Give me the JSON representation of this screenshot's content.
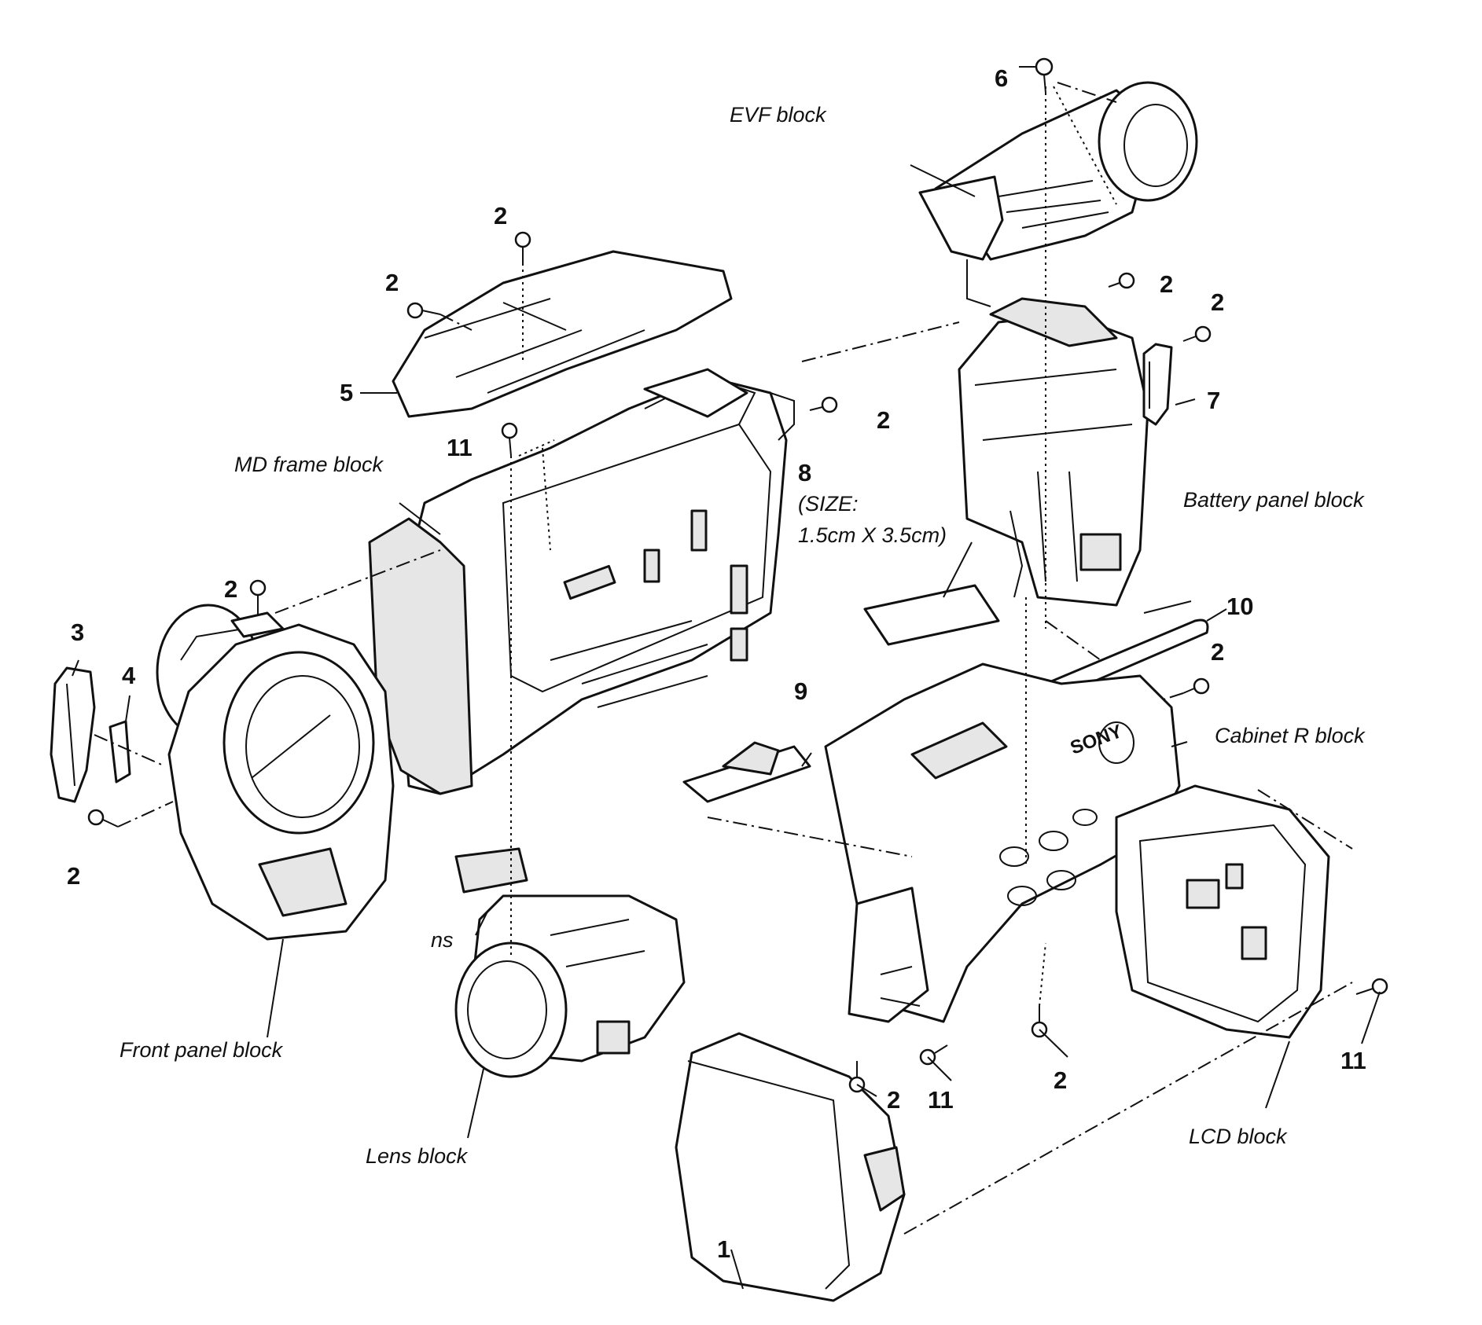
{
  "blocks": {
    "evf": "EVF block",
    "md_frame": "MD frame block",
    "battery_panel": "Battery panel block",
    "cabinet_r": "Cabinet R block",
    "front_panel": "Front panel block",
    "lens": "Lens block",
    "lcd": "LCD block"
  },
  "size_note": {
    "line1": "(SIZE:",
    "line2": "1.5cm X 3.5cm)"
  },
  "misc_label": "ns",
  "parts": {
    "p1": "1",
    "p2": "2",
    "p3": "3",
    "p4": "4",
    "p5": "5",
    "p6": "6",
    "p7": "7",
    "p8": "8",
    "p9": "9",
    "p10": "10",
    "p11": "11"
  }
}
